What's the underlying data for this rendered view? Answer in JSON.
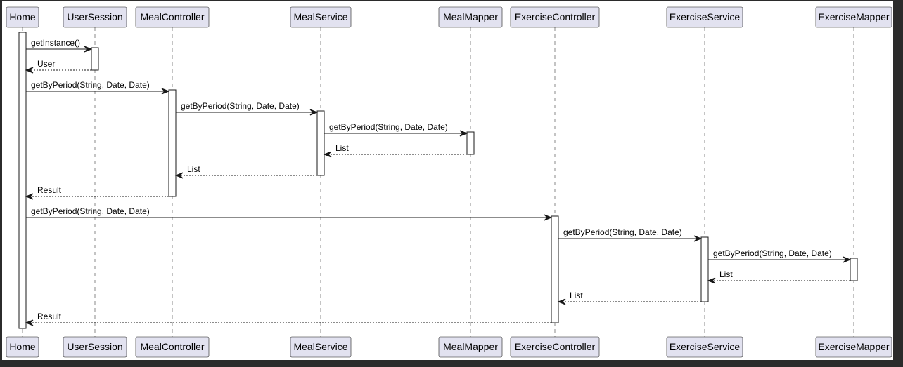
{
  "participants": [
    "Home",
    "UserSession",
    "MealController",
    "MealService",
    "MealMapper",
    "ExerciseController",
    "ExerciseService",
    "ExerciseMapper"
  ],
  "messages": [
    {
      "from": "Home",
      "to": "UserSession",
      "label": "getInstance()",
      "kind": "call"
    },
    {
      "from": "UserSession",
      "to": "Home",
      "label": "User",
      "kind": "return"
    },
    {
      "from": "Home",
      "to": "MealController",
      "label": "getByPeriod(String, Date, Date)",
      "kind": "call"
    },
    {
      "from": "MealController",
      "to": "MealService",
      "label": "getByPeriod(String, Date, Date)",
      "kind": "call"
    },
    {
      "from": "MealService",
      "to": "MealMapper",
      "label": "getByPeriod(String, Date, Date)",
      "kind": "call"
    },
    {
      "from": "MealMapper",
      "to": "MealService",
      "label": "List",
      "kind": "return"
    },
    {
      "from": "MealService",
      "to": "MealController",
      "label": "List",
      "kind": "return"
    },
    {
      "from": "MealController",
      "to": "Home",
      "label": "Result",
      "kind": "return"
    },
    {
      "from": "Home",
      "to": "ExerciseController",
      "label": "getByPeriod(String, Date, Date)",
      "kind": "call"
    },
    {
      "from": "ExerciseController",
      "to": "ExerciseService",
      "label": "getByPeriod(String, Date, Date)",
      "kind": "call"
    },
    {
      "from": "ExerciseService",
      "to": "ExerciseMapper",
      "label": "getByPeriod(String, Date, Date)",
      "kind": "call"
    },
    {
      "from": "ExerciseMapper",
      "to": "ExerciseService",
      "label": "List",
      "kind": "return"
    },
    {
      "from": "ExerciseService",
      "to": "ExerciseController",
      "label": "List",
      "kind": "return"
    },
    {
      "from": "ExerciseController",
      "to": "Home",
      "label": "Result",
      "kind": "return"
    }
  ]
}
